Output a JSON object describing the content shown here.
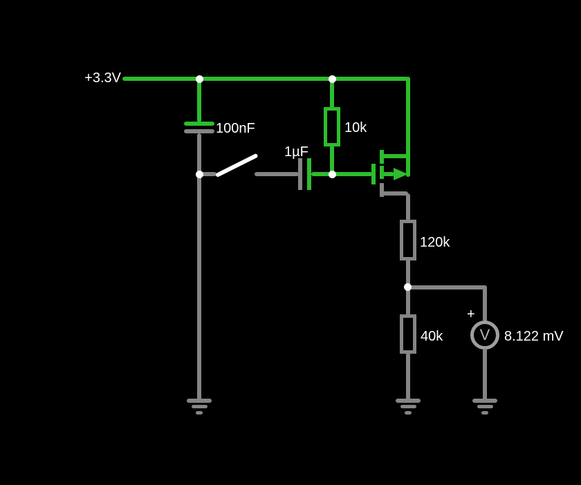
{
  "colors": {
    "bg": "#000000",
    "positive": "#2dbd2d",
    "neutral": "#858585",
    "white": "#ffffff",
    "ring": "#9e9e9e",
    "vletter": "#b5b5b5"
  },
  "labels": {
    "supply": "+3.3V",
    "c1": "100nF",
    "c2": "1µF",
    "r1": "10k",
    "r2": "120k",
    "r3": "40k"
  },
  "meter": {
    "plus": "+",
    "letter": "V",
    "reading": "8.122 mV"
  },
  "switch": {
    "state": "open"
  },
  "mosfet": {
    "type": "p-channel"
  }
}
